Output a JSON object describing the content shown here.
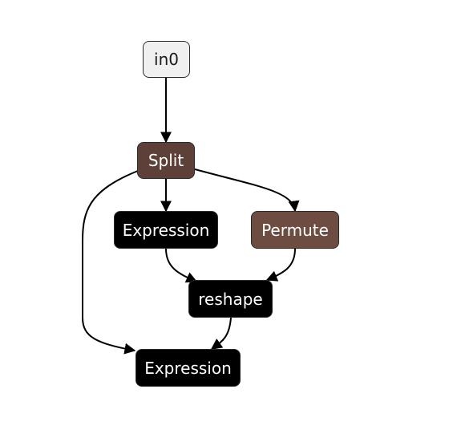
{
  "diagram": {
    "nodes": [
      {
        "id": "in0",
        "label": "in0"
      },
      {
        "id": "split",
        "label": "Split"
      },
      {
        "id": "expression_1",
        "label": "Expression"
      },
      {
        "id": "permute",
        "label": "Permute"
      },
      {
        "id": "reshape",
        "label": "reshape"
      },
      {
        "id": "expression_2",
        "label": "Expression"
      }
    ],
    "edges": [
      {
        "from": "in0",
        "to": "split"
      },
      {
        "from": "split",
        "to": "expression_1"
      },
      {
        "from": "split",
        "to": "permute"
      },
      {
        "from": "split",
        "to": "expression_2"
      },
      {
        "from": "expression_1",
        "to": "reshape"
      },
      {
        "from": "permute",
        "to": "reshape"
      },
      {
        "from": "reshape",
        "to": "expression_2"
      }
    ],
    "colors": {
      "input": "#f0f0f0",
      "split": "#5d4037",
      "permute": "#6d4c41",
      "expression": "#000000",
      "reshape": "#000000",
      "edge": "#000000"
    }
  }
}
